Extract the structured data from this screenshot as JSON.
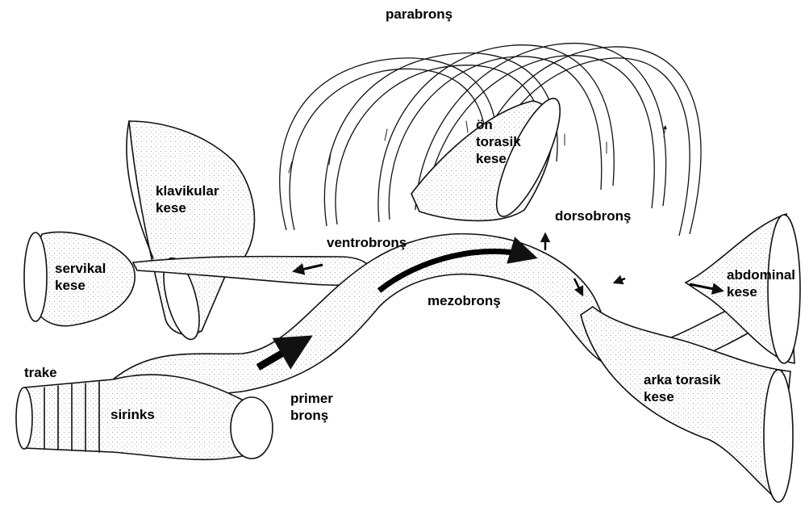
{
  "labels": {
    "parabronch": "parabronş",
    "anterior_thoracic": [
      "ön",
      "torasik",
      "kese"
    ],
    "clavicular": [
      "klavikular",
      "kese"
    ],
    "dorsobronch": "dorsobronş",
    "ventrobronch": "ventrobronş",
    "cervical": [
      "servikal",
      "kese"
    ],
    "abdominal": [
      "abdominal",
      "kese"
    ],
    "mesobronch": "mezobronş",
    "trachea": "trake",
    "syrinx": "sirinks",
    "primary_bronch": [
      "primer",
      "bronş"
    ],
    "posterior_thoracic": [
      "arka torasik",
      "kese"
    ]
  },
  "colors": {
    "ink": "#111111",
    "background": "#ffffff"
  }
}
